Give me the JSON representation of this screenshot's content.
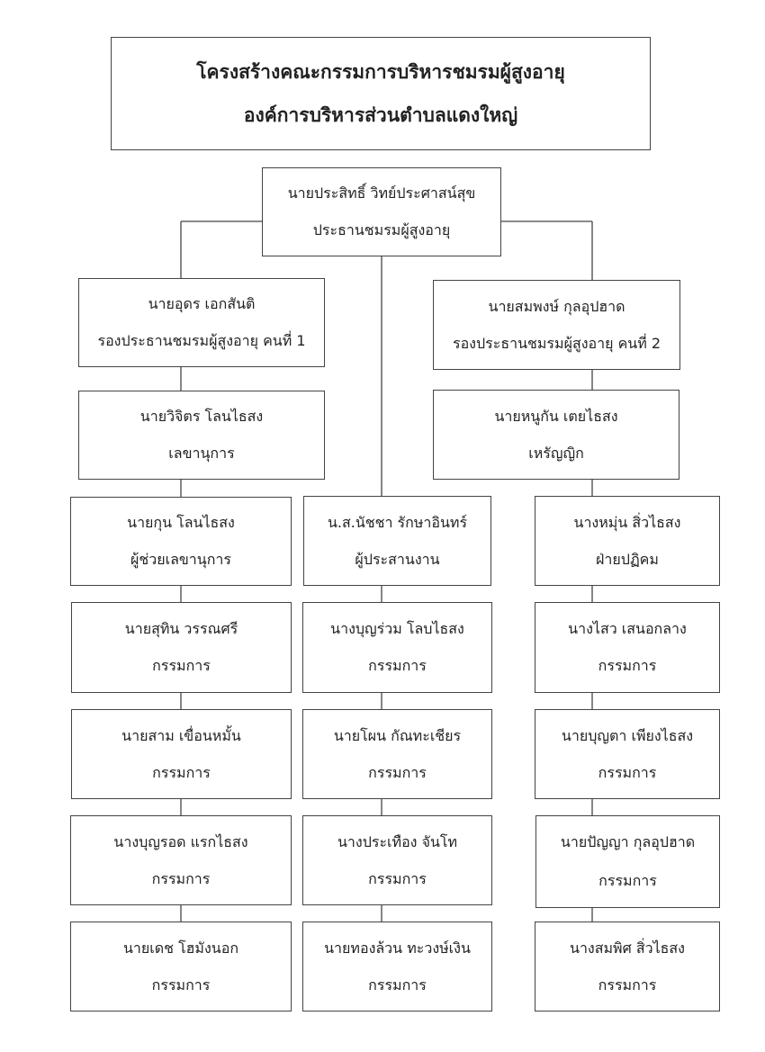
{
  "header": {
    "title_line1": "โครงสร้างคณะกรรมการบริหารชมรมผู้สูงอายุ",
    "title_line2": "องค์การบริหารส่วนตำบลแดงใหญ่"
  },
  "top": {
    "name": "นายประสิทธิ์  วิทย์ประศาสน์สุข",
    "role": "ประธานชมรมผู้สูงอายุ"
  },
  "vice1": {
    "name": "นายอุดร   เอกสันติ",
    "role": "รองประธานชมรมผู้สูงอายุ คนที่ 1"
  },
  "vice2": {
    "name": "นายสมพงษ์   กุลอุปฮาด",
    "role": "รองประธานชมรมผู้สูงอายุ คนที่ 2"
  },
  "secretary": {
    "name": "นายวิจิตร   โลนไธสง",
    "role": "เลขานุการ"
  },
  "treasurer": {
    "name": "นายหนูกัน   เตยไธสง",
    "role": "เหรัญญิก"
  },
  "left_column": [
    {
      "name": "นายกุน  โลนไธสง",
      "role": "ผู้ช่วยเลขานุการ"
    },
    {
      "name": "นายสุทิน   วรรณศรี",
      "role": "กรรมการ"
    },
    {
      "name": "นายสาม   เขื่อนหมั้น",
      "role": "กรรมการ"
    },
    {
      "name": "นางบุญรอด  แรกไธสง",
      "role": "กรรมการ"
    },
    {
      "name": "นายเดช  โฮมังนอก",
      "role": "กรรมการ"
    }
  ],
  "middle_column": [
    {
      "name": "น.ส.นัชชา   รักษาอินทร์",
      "role": "ผู้ประสานงาน"
    },
    {
      "name": "นางบุญร่วม  โลบไธสง",
      "role": "กรรมการ"
    },
    {
      "name": "นายโผน  กัณทะเชียร",
      "role": "กรรมการ"
    },
    {
      "name": "นางประเทือง  จันโท",
      "role": "กรรมการ"
    },
    {
      "name": "นายทองล้วน  ทะวงษ์เงิน",
      "role": "กรรมการ"
    }
  ],
  "right_column": [
    {
      "name": "นางหมุ่น  สิ่วไธสง",
      "role": "ฝ่ายปฏิคม"
    },
    {
      "name": "นางไสว   เสนอกลาง",
      "role": "กรรมการ"
    },
    {
      "name": "นายบุญตา  เพียงไธสง",
      "role": "กรรมการ"
    },
    {
      "name": "นายปัญญา  กุลอุปฮาด",
      "role": "กรรมการ"
    },
    {
      "name": "นางสมพิศ  สิ่วไธสง",
      "role": "กรรมการ"
    }
  ]
}
